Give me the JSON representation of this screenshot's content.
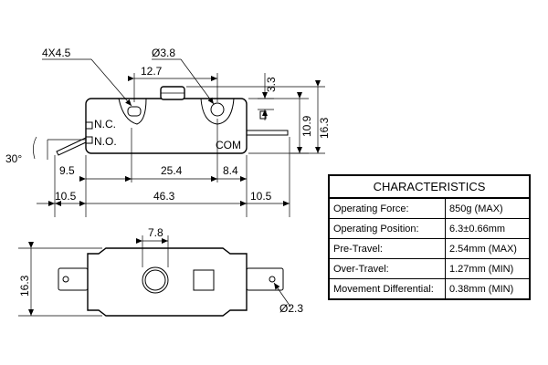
{
  "top_view": {
    "labels": {
      "holes": "4X4.5",
      "hole_dia": "Ø3.8",
      "hole_pitch": "12.7",
      "hole_offset": "3.3",
      "body_height": "10.9",
      "overall_height": "16.3",
      "angle": "30°",
      "nc": "N.C.",
      "no": "N.O.",
      "com": "COM"
    },
    "dims_row1": [
      "9.5",
      "25.4",
      "8.4"
    ],
    "dims_row2": [
      "10.5",
      "46.3",
      "10.5"
    ]
  },
  "bottom_view": {
    "labels": {
      "width_dim": "7.8",
      "height_dim": "16.3",
      "terminal_hole": "Ø2.3"
    }
  },
  "characteristics": {
    "title": "CHARACTERISTICS",
    "rows": [
      {
        "name": "Operating Force:",
        "value": "850g (MAX)"
      },
      {
        "name": "Operating Position:",
        "value": "6.3±0.66mm"
      },
      {
        "name": "Pre-Travel:",
        "value": "2.54mm (MAX)"
      },
      {
        "name": "Over-Travel:",
        "value": "1.27mm (MIN)"
      },
      {
        "name": "Movement Differential:",
        "value": "0.38mm (MIN)"
      }
    ]
  }
}
